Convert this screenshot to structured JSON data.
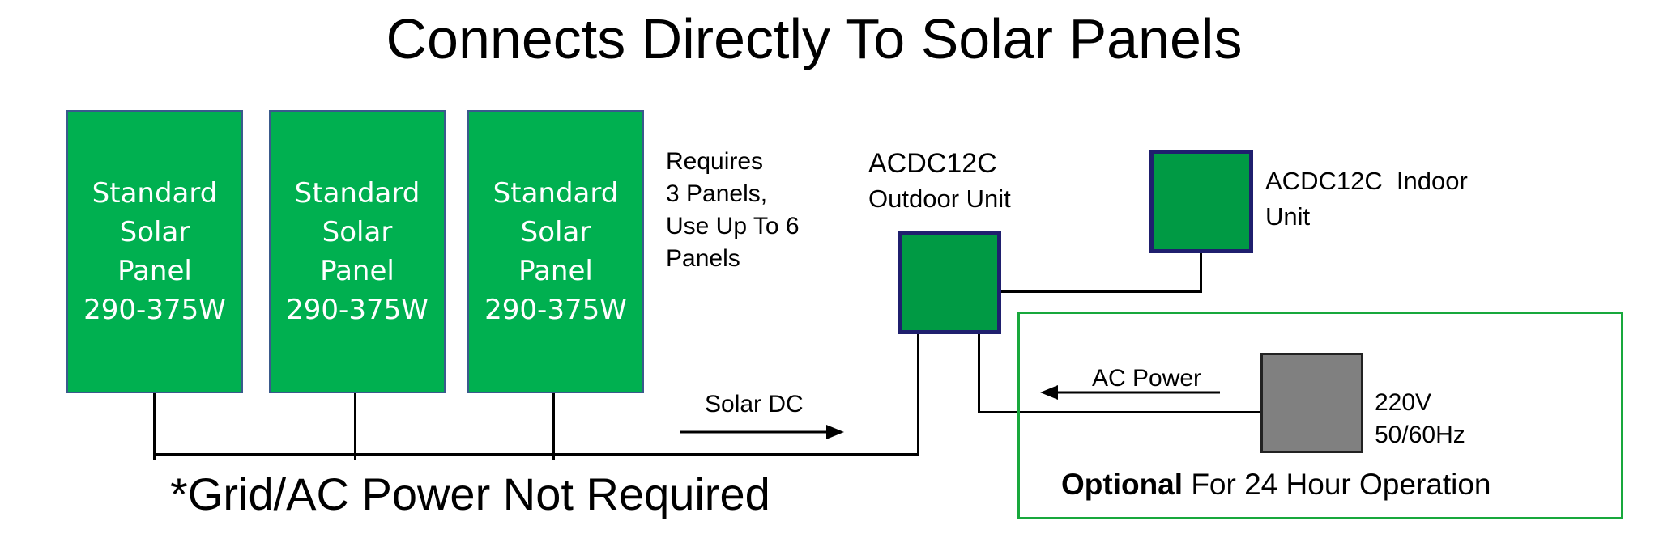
{
  "title": "Connects Directly To Solar Panels",
  "panels": [
    {
      "line1": "Standard",
      "line2": "Solar",
      "line3": "Panel",
      "line4": "290-375W"
    },
    {
      "line1": "Standard",
      "line2": "Solar",
      "line3": "Panel",
      "line4": "290-375W"
    },
    {
      "line1": "Standard",
      "line2": "Solar",
      "line3": "Panel",
      "line4": "290-375W"
    }
  ],
  "requires_note": {
    "line1": "Requires",
    "line2": "3 Panels,",
    "line3": "Use Up To 6",
    "line4": "Panels"
  },
  "outdoor_unit": {
    "line1": "ACDC12C",
    "line2": "Outdoor Unit"
  },
  "indoor_unit": {
    "line1": "ACDC12C  Indoor",
    "line2": "Unit"
  },
  "solar_dc_label": "Solar DC",
  "ac_power_label": "AC Power",
  "ac_source": {
    "line1": "220V",
    "line2": "50/60Hz"
  },
  "optional_note": {
    "bold": "Optional",
    "rest": " For 24 Hour Operation"
  },
  "grid_note": "*Grid/AC Power Not Required",
  "colors": {
    "panel": "#00b050",
    "unit": "#009a44",
    "unit_border": "#1f1f6e",
    "optional_border": "#18a83c",
    "ac_source": "#808080"
  }
}
